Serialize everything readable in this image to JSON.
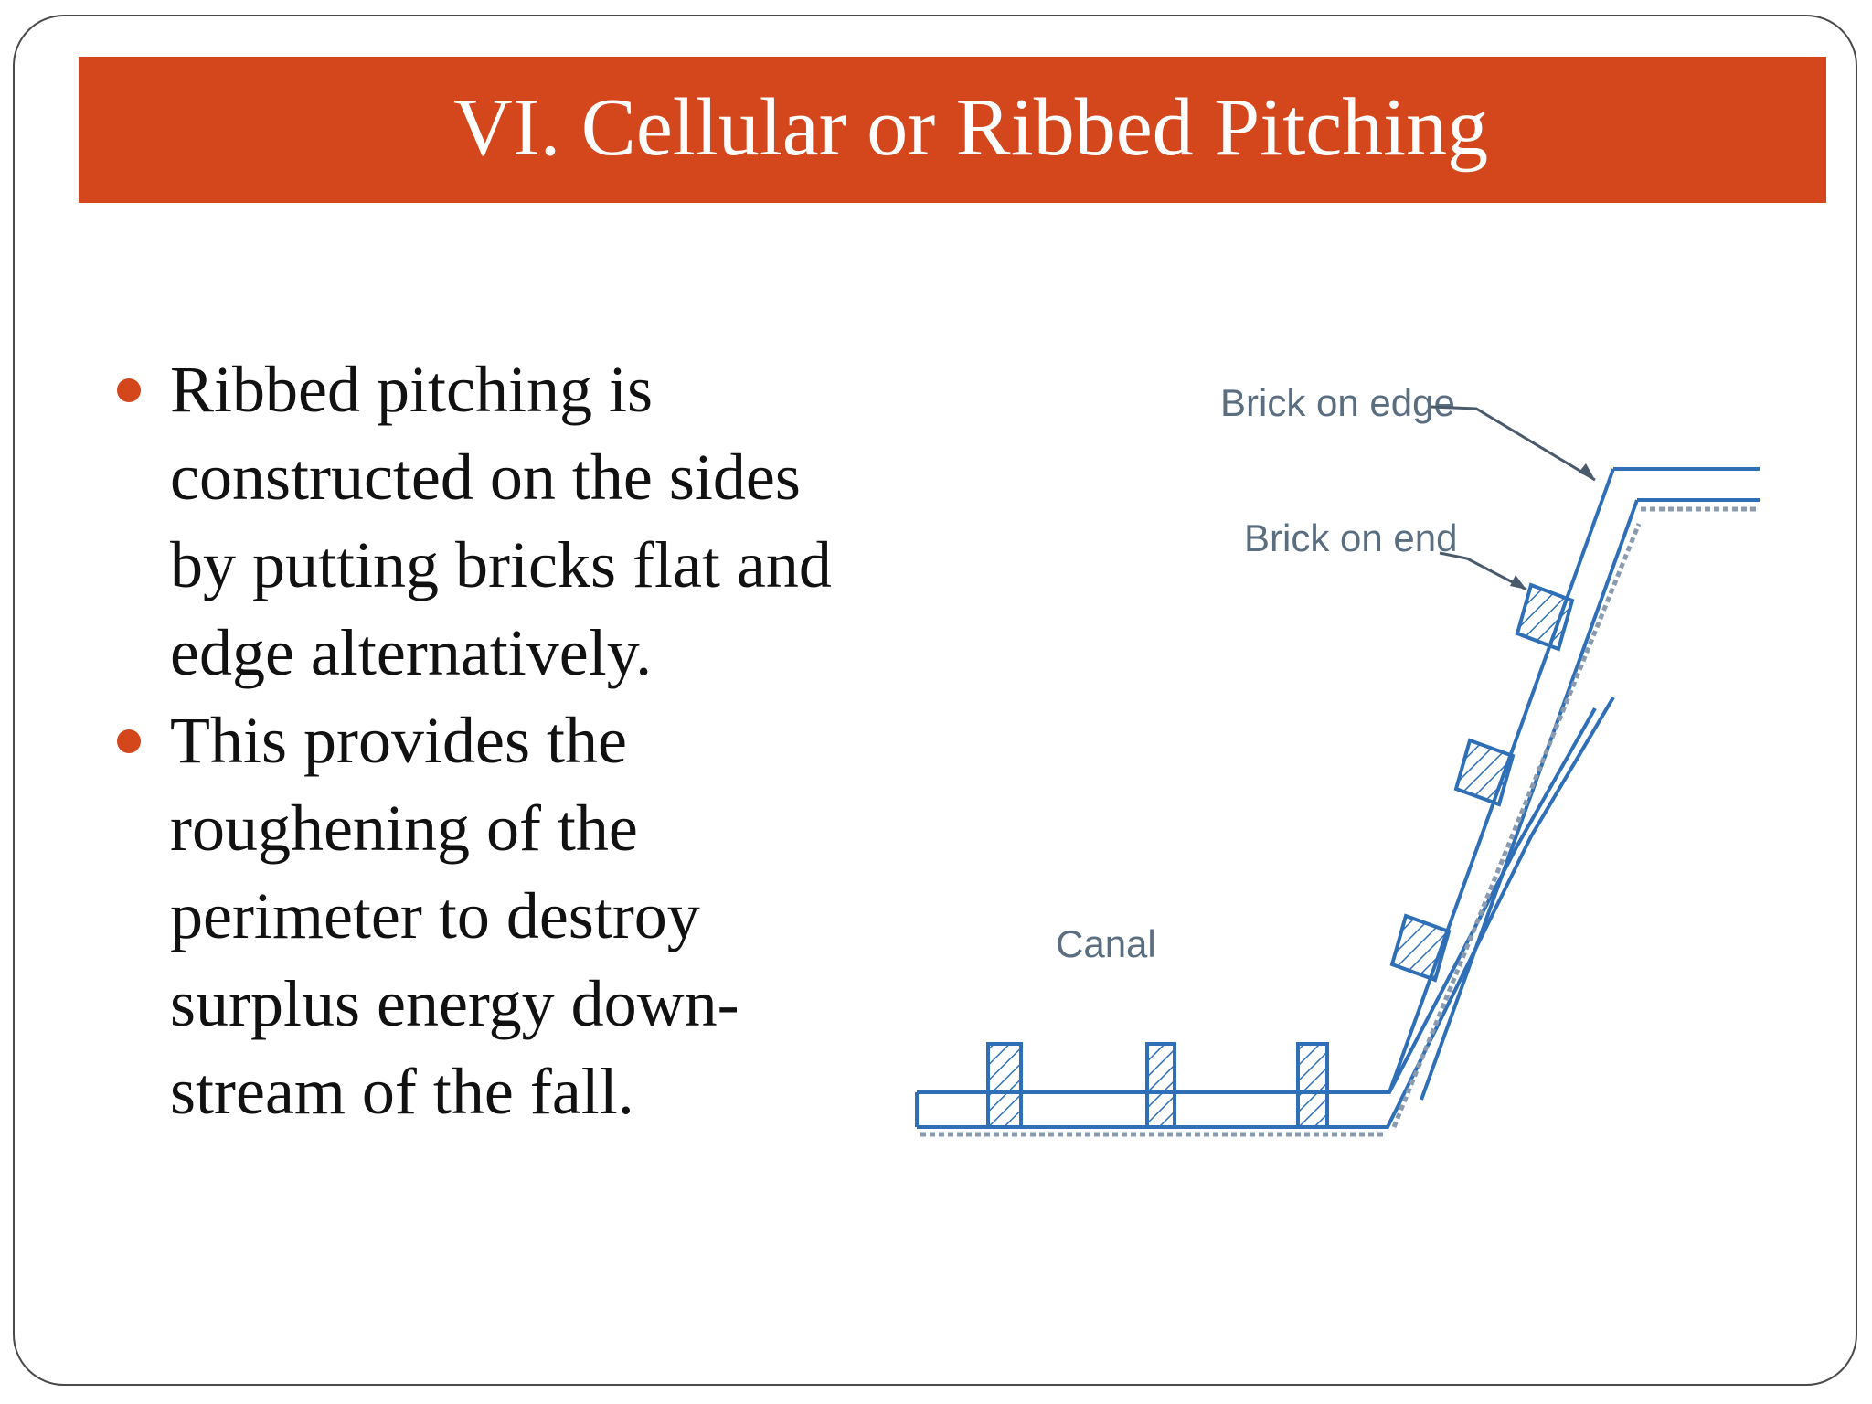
{
  "slide": {
    "title": "VI. Cellular or Ribbed Pitching",
    "bullets": [
      "Ribbed pitching is constructed on the sides by putting bricks flat and edge alternatively.",
      "This provides the roughening of the perimeter to destroy surplus energy down-stream of the fall."
    ],
    "accent_color": "#d4461c"
  },
  "figure": {
    "labels": {
      "brick_on_edge": "Brick on edge",
      "brick_on_end": "Brick on end",
      "canal": "Canal"
    },
    "line_color": "#2f6fb8"
  }
}
